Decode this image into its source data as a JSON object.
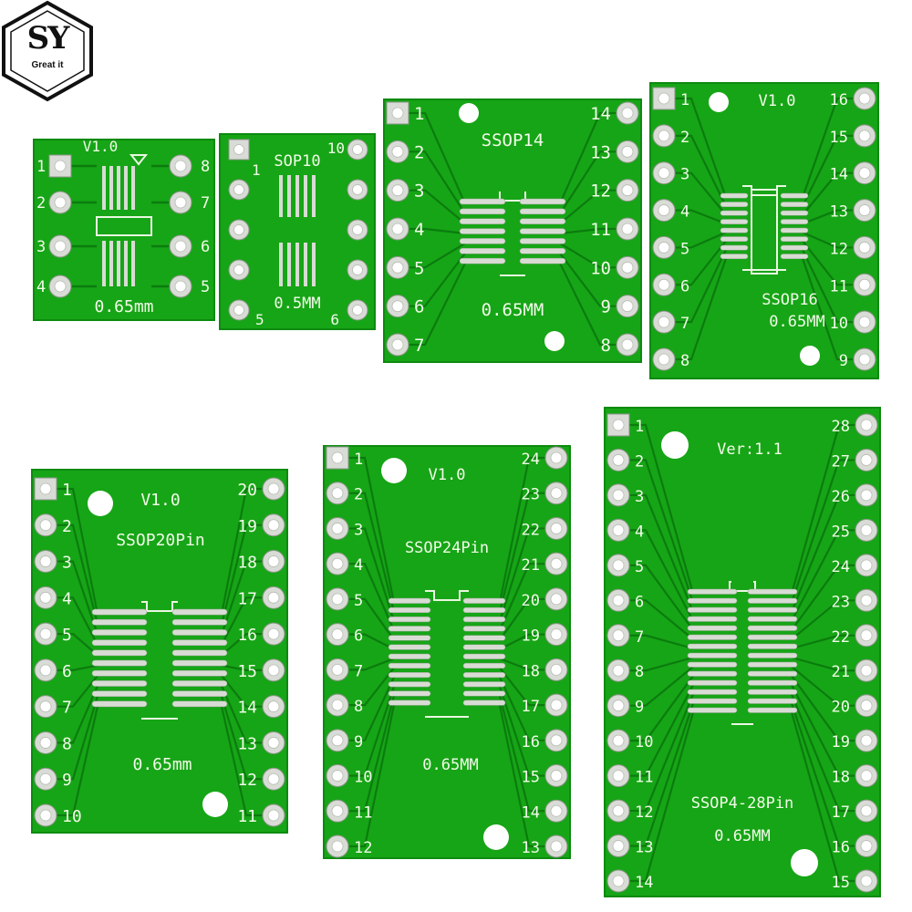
{
  "logo": {
    "letters": "SY",
    "tagline": "Great it"
  },
  "boards": [
    {
      "id": "sop8",
      "version": "V1.0",
      "pitch": "0.65mm",
      "left_pins": [
        "1",
        "2",
        "3",
        "4"
      ],
      "right_pins": [
        "8",
        "7",
        "6",
        "5"
      ]
    },
    {
      "id": "sop10",
      "name": "SOP10",
      "pitch": "0.5MM",
      "left_pins": [
        "1"
      ],
      "right_pins": [
        "10"
      ],
      "bottom_left": "5",
      "bottom_right": "6"
    },
    {
      "id": "ssop14",
      "name": "SSOP14",
      "pitch": "0.65MM",
      "left_pins": [
        "1",
        "2",
        "3",
        "4",
        "5",
        "6",
        "7"
      ],
      "right_pins": [
        "14",
        "13",
        "12",
        "11",
        "10",
        "9",
        "8"
      ]
    },
    {
      "id": "ssop16",
      "version": "V1.0",
      "name": "SSOP16",
      "pitch": "0.65MM",
      "left_pins": [
        "1",
        "2",
        "3",
        "4",
        "5",
        "6",
        "7",
        "8"
      ],
      "right_pins": [
        "16",
        "15",
        "14",
        "13",
        "12",
        "11",
        "10",
        "9"
      ]
    },
    {
      "id": "ssop20",
      "version": "V1.0",
      "name": "SSOP20Pin",
      "pitch": "0.65mm",
      "left_pins": [
        "1",
        "2",
        "3",
        "4",
        "5",
        "6",
        "7",
        "8",
        "9",
        "10"
      ],
      "right_pins": [
        "20",
        "19",
        "18",
        "17",
        "16",
        "15",
        "14",
        "13",
        "12",
        "11"
      ]
    },
    {
      "id": "ssop24",
      "version": "V1.0",
      "name": "SSOP24Pin",
      "pitch": "0.65MM",
      "left_pins": [
        "1",
        "2",
        "3",
        "4",
        "5",
        "6",
        "7",
        "8",
        "9",
        "10",
        "11",
        "12"
      ],
      "right_pins": [
        "24",
        "23",
        "22",
        "21",
        "20",
        "19",
        "18",
        "17",
        "16",
        "15",
        "14",
        "13"
      ]
    },
    {
      "id": "ssop28",
      "version": "Ver:1.1",
      "name": "SSOP4-28Pin",
      "pitch": "0.65MM",
      "left_pins": [
        "1",
        "2",
        "3",
        "4",
        "5",
        "6",
        "7",
        "8",
        "9",
        "10",
        "11",
        "12",
        "13",
        "14"
      ],
      "right_pins": [
        "28",
        "27",
        "26",
        "25",
        "24",
        "23",
        "22",
        "21",
        "20",
        "19",
        "18",
        "17",
        "16",
        "15"
      ]
    }
  ]
}
